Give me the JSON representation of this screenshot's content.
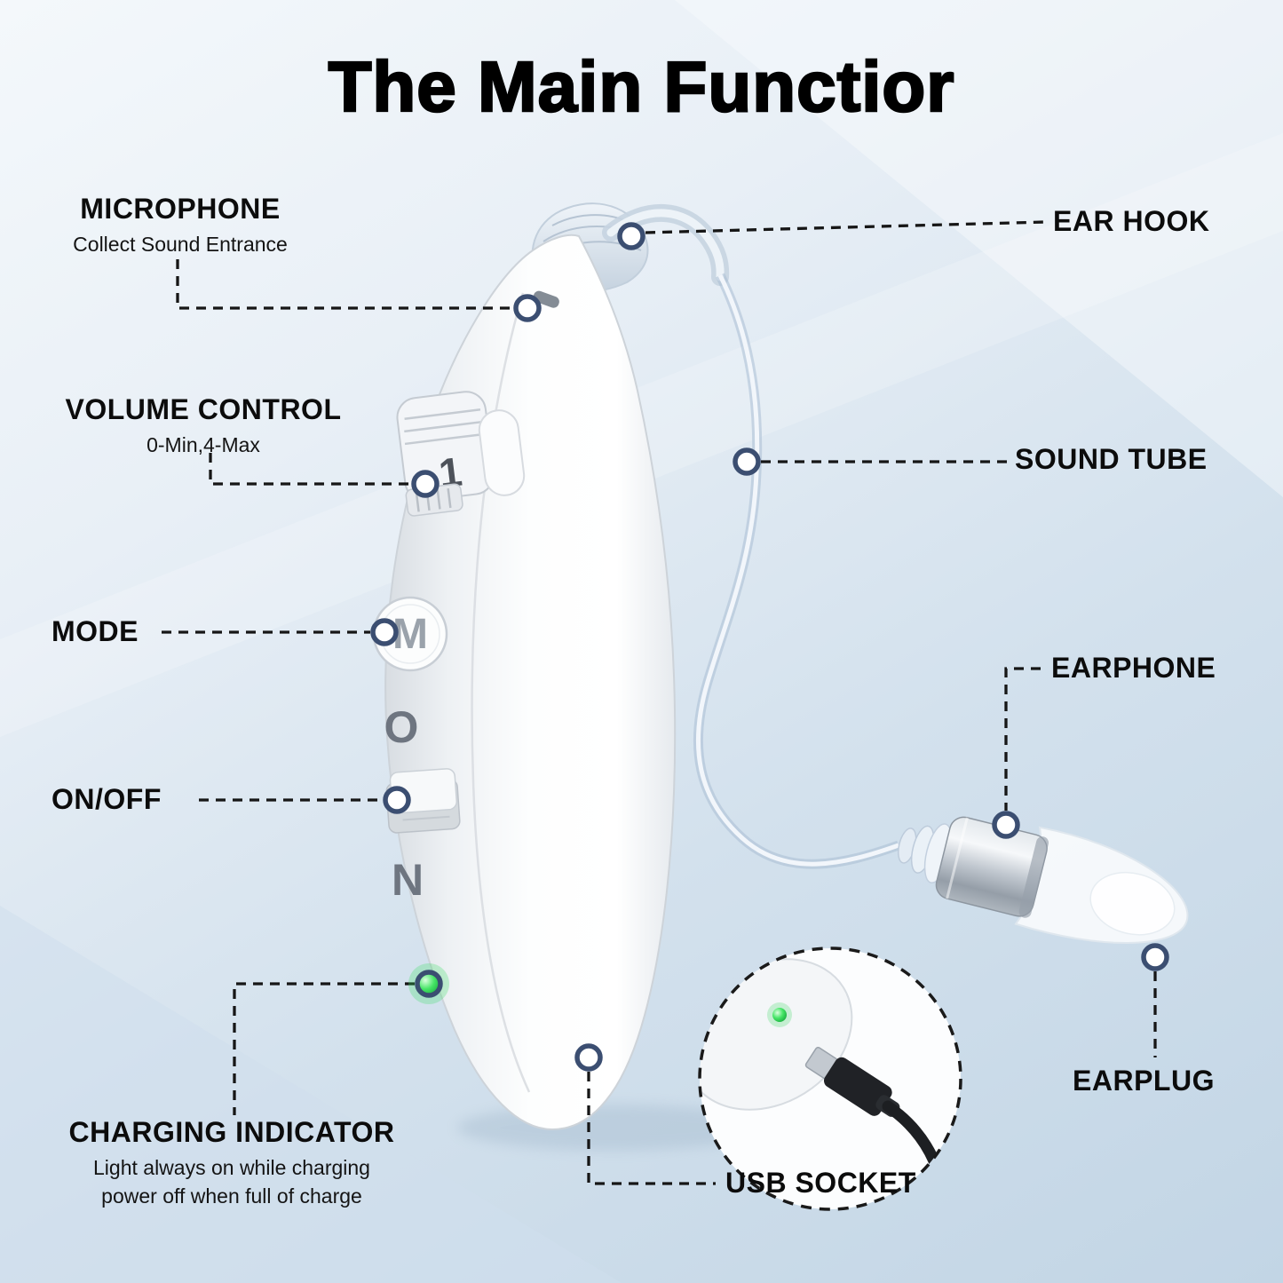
{
  "title": "The Main Functior",
  "callouts": {
    "microphone": {
      "label": "MICROPHONE",
      "sub": "Collect Sound Entrance"
    },
    "ear_hook": {
      "label": "EAR HOOK"
    },
    "volume_control": {
      "label": "VOLUME CONTROL",
      "sub": "0-Min,4-Max"
    },
    "sound_tube": {
      "label": "SOUND TUBE"
    },
    "mode": {
      "label": "MODE"
    },
    "earphone": {
      "label": "EARPHONE"
    },
    "on_off": {
      "label": "ON/OFF"
    },
    "earplug": {
      "label": "EARPLUG"
    },
    "charging_indicator": {
      "label": "CHARGING INDICATOR",
      "sub_line1": "Light always on while charging",
      "sub_line2": "power off when full of charge"
    },
    "usb_socket": {
      "label": "USB SOCKET"
    }
  },
  "device_markings": {
    "volume_digit": "1",
    "mode_button": "M",
    "switch_top": "O",
    "switch_bottom": "N"
  },
  "colors": {
    "marker_ring": "#3b4e71",
    "led_green": "#27cc47",
    "leader_line": "#161616",
    "title_color": "#000000",
    "background_top": "#f4f8fb",
    "background_bottom": "#c2d5e5"
  }
}
